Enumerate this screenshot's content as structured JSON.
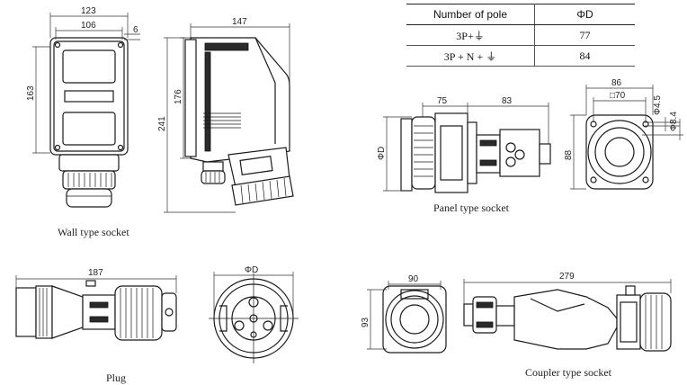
{
  "table": {
    "headers": [
      "Number of pole",
      "ΦD"
    ],
    "rows": [
      {
        "pole": "3P+⏚",
        "d": "77"
      },
      {
        "pole": "3P + N + ⏚",
        "d": "84"
      }
    ]
  },
  "captions": {
    "wall": "Wall type socket",
    "panel": "Panel type socket",
    "plug": "Plug",
    "coupler": "Coupler type socket"
  },
  "dims": {
    "wall_w": "123",
    "wall_inner": "106",
    "wall_6": "6",
    "wall_h": "163",
    "side_w": "147",
    "side_h": "176",
    "side_total": "241",
    "panel_75": "75",
    "panel_83": "83",
    "panel_phid": "ΦD",
    "panel_86": "86",
    "panel_sq70": "□70",
    "panel_phi45": "Φ4.5",
    "panel_phi84": "Φ8.4",
    "panel_88": "88",
    "plug_187": "187",
    "plug_phid": "ΦD",
    "coup_90": "90",
    "coup_93": "93",
    "coup_279": "279"
  }
}
